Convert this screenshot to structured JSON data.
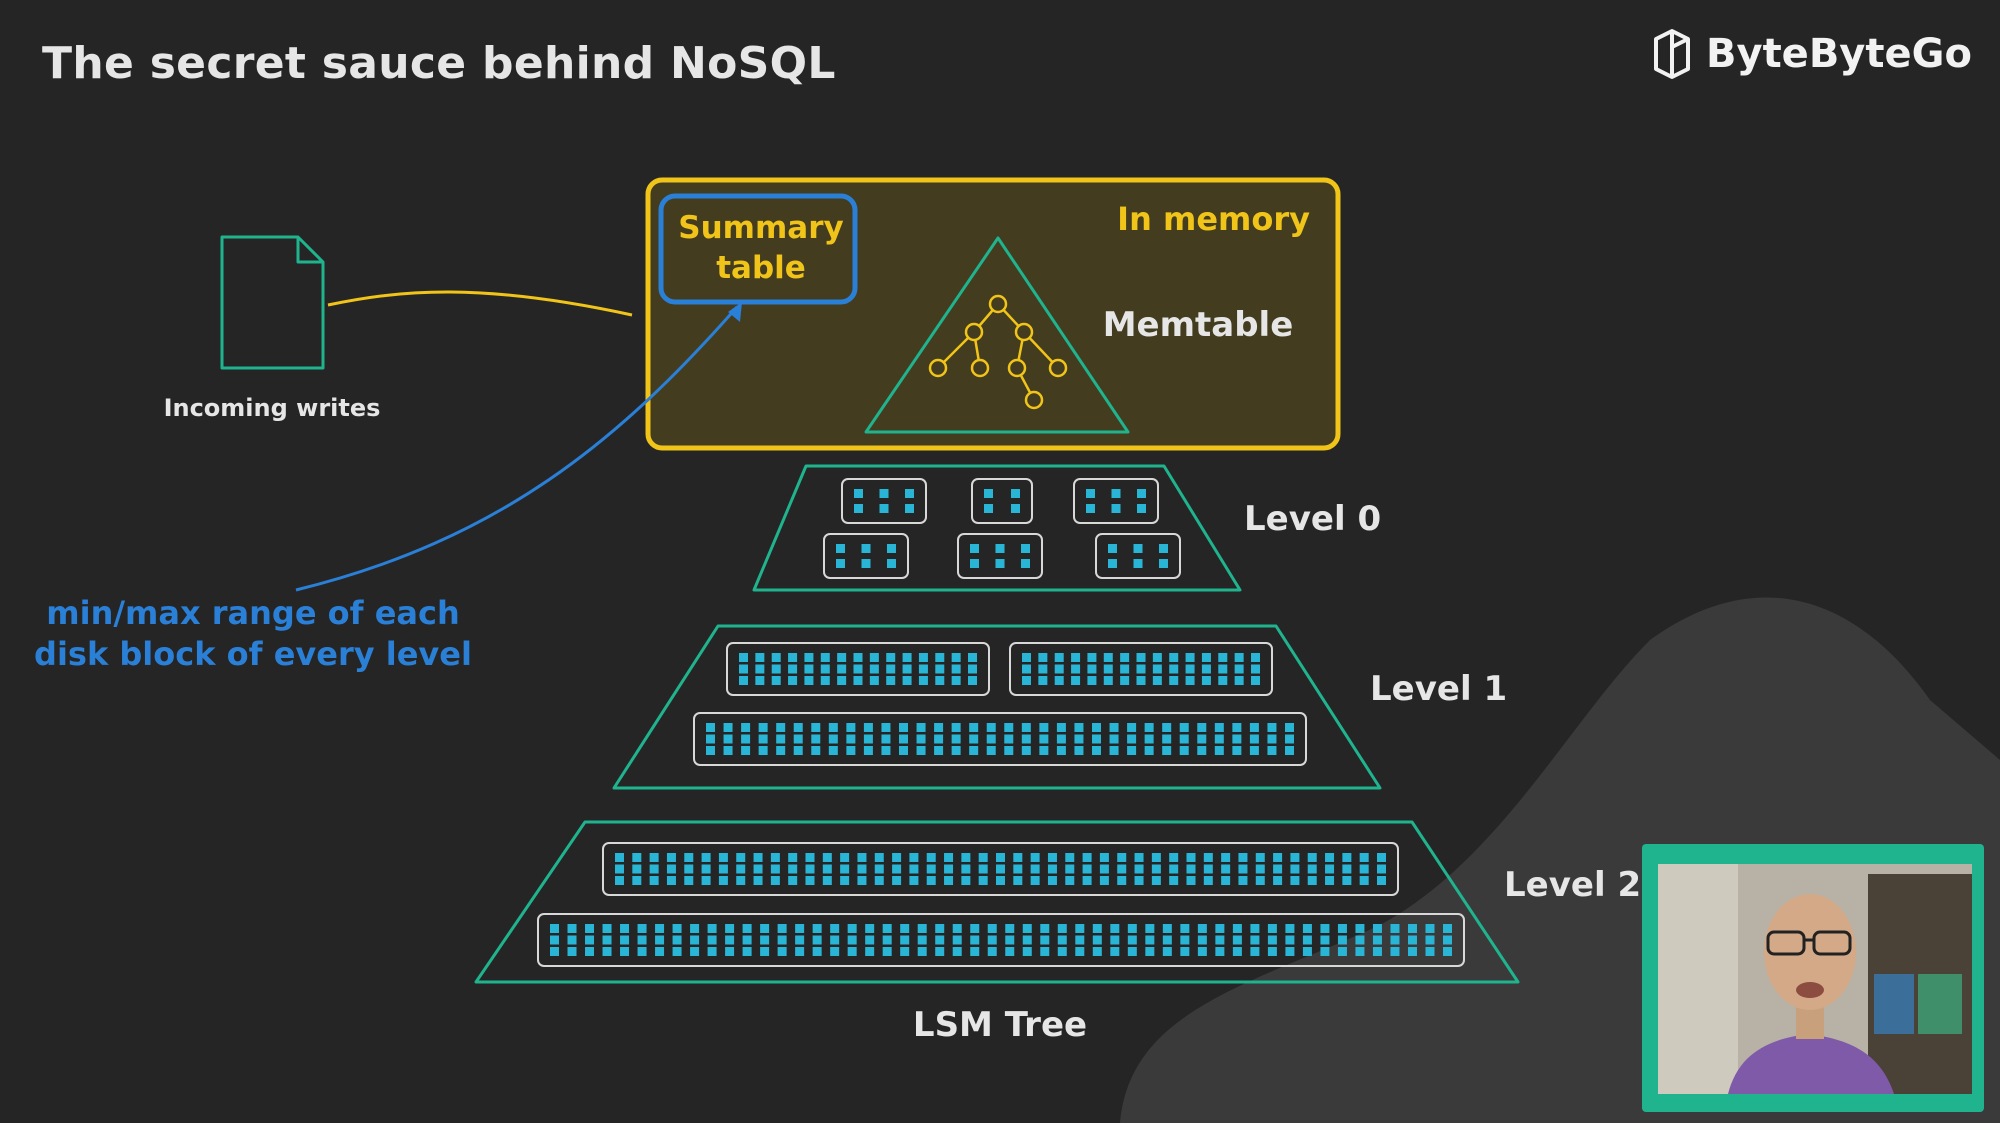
{
  "header": {
    "title": "The secret sauce behind NoSQL"
  },
  "brand": {
    "name": "ByteByteGo",
    "icon": "bytebytego-logo-icon"
  },
  "diagram": {
    "incoming_label": "Incoming writes",
    "memory": {
      "label": "In memory",
      "summary_label_line1": "Summary",
      "summary_label_line2": "table",
      "memtable_label": "Memtable"
    },
    "annotation": {
      "line1": "min/max range of each",
      "line2": "disk block of every level"
    },
    "levels": [
      {
        "label": "Level 0"
      },
      {
        "label": "Level 1"
      },
      {
        "label": "Level 2"
      }
    ],
    "tree_label": "LSM Tree"
  },
  "colors": {
    "background": "#252525",
    "teal": "#1fb38e",
    "yellow": "#f0c419",
    "blue": "#2a7fd6",
    "block_fill": "#29b6d6",
    "text_light": "#e6e6e6"
  }
}
